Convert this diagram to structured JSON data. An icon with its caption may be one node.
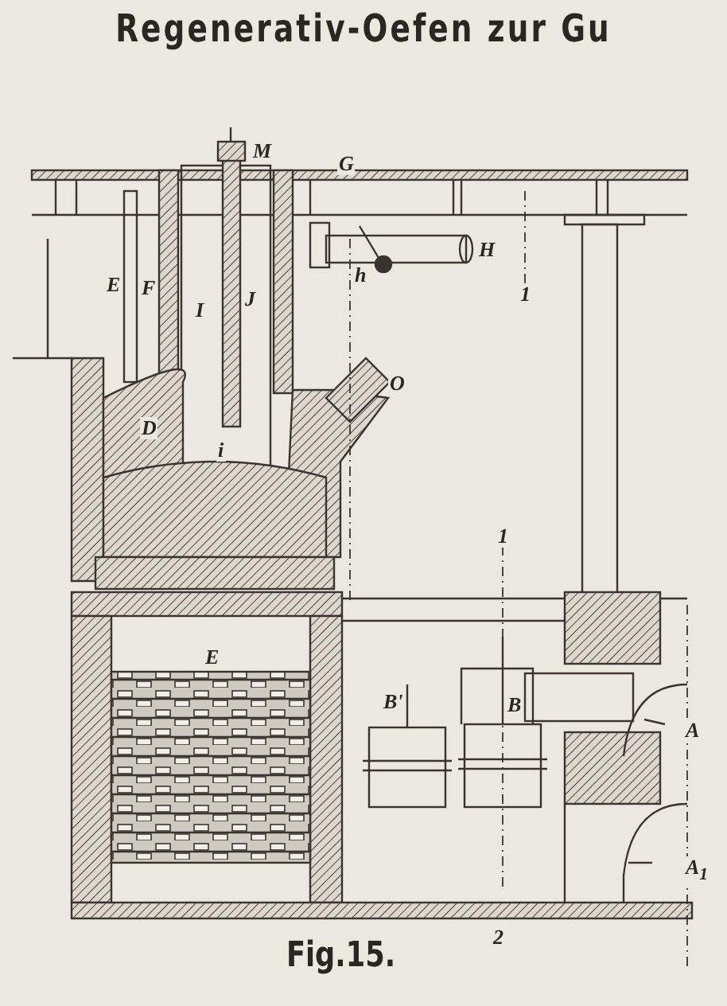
{
  "diagram": {
    "title": "Regenerativ-Oefen zur Gu",
    "caption": "Fig.15.",
    "labels": [
      "M",
      "G",
      "E",
      "F",
      "I",
      "J",
      "H",
      "h",
      "1",
      "O",
      "D",
      "i",
      "E",
      "B'",
      "B",
      "1",
      "A",
      "A$_{1}$",
      "2"
    ]
  }
}
